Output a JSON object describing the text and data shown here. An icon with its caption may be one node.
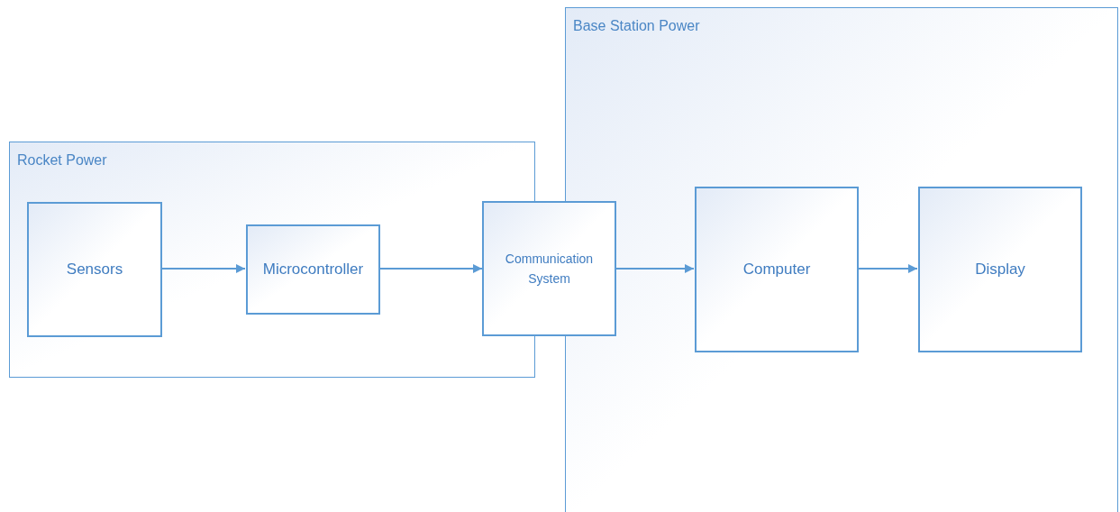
{
  "diagram": {
    "nodes": [
      {
        "text": [
          "Rocket Power"
        ]
      },
      {
        "text": [
          "Base Station Power"
        ]
      },
      {
        "text": [
          "Sensors"
        ],
        "in": 0
      },
      {
        "text": [
          "Microcontroller"
        ],
        "in": 0
      },
      {
        "text": [
          "Communication System"
        ]
      },
      {
        "text": [
          "Computer"
        ],
        "in": 1
      },
      {
        "text": [
          "Display"
        ],
        "in": 1
      }
    ],
    "edges": [
      {
        "from": 2,
        "to": 3,
        "arrow": "to"
      },
      {
        "from": 3,
        "to": 4,
        "arrow": "to"
      },
      {
        "from": 4,
        "to": 5,
        "arrow": "to"
      },
      {
        "from": 5,
        "to": 6,
        "arrow": "to"
      }
    ]
  }
}
